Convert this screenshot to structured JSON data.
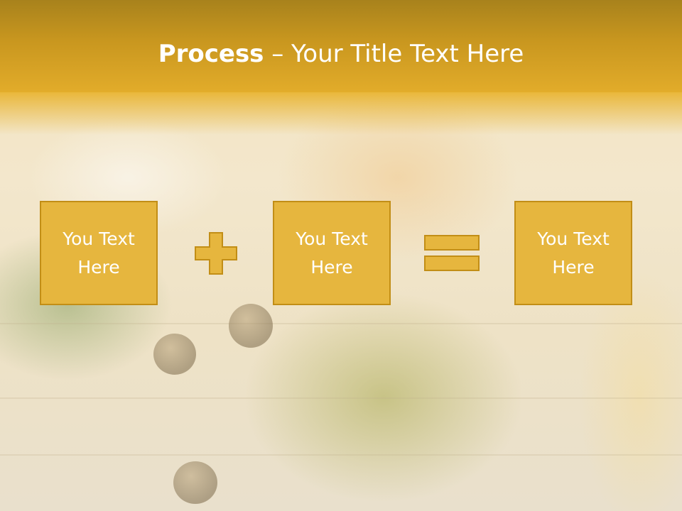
{
  "slide": {
    "title_bold": "Process",
    "title_rest": " – Your Title Text Here",
    "boxes": [
      {
        "line1": "You Text",
        "line2": "Here"
      },
      {
        "line1": "You Text",
        "line2": "Here"
      },
      {
        "line1": "You Text",
        "line2": "Here"
      }
    ],
    "operators": [
      "plus-icon",
      "equals-icon"
    ]
  },
  "colors": {
    "header": "#d9a526",
    "box_fill": "#e6b63e",
    "box_border": "#c28e16",
    "text": "#ffffff"
  }
}
